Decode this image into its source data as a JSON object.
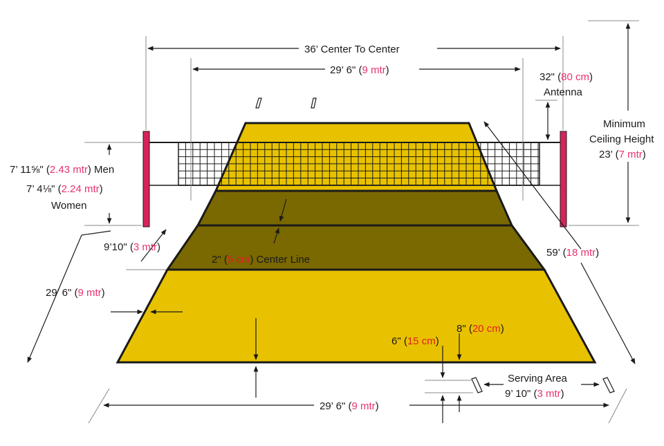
{
  "colors": {
    "court_light": "#e8c200",
    "court_dark": "#7a6800",
    "court_line": "#1a1a1a",
    "post": "#d6245a",
    "metric": "#e8336e",
    "metric_red": "#e02020"
  },
  "labels": {
    "center_to_center": "36’ Center To Center",
    "net_width_imp": "29’ 6\" (",
    "net_width_met": "9 mtr",
    "net_width_close": ")",
    "antenna_imp": "32\" (",
    "antenna_met": "80 cm",
    "antenna_close": ")",
    "antenna_word": "Antenna",
    "ceiling_line1": "Minimum",
    "ceiling_line2": "Ceiling Height",
    "ceiling_imp": "23’ (",
    "ceiling_met": "7 mtr",
    "ceiling_close": ")",
    "men_imp": "7’ 11⅝\" (",
    "men_met": "2.43 mtr",
    "men_close": ") Men",
    "women_imp": "7’ 4⅛\" (",
    "women_met": "2.24 mtr",
    "women_close": ")",
    "women_word": "Women",
    "attack_imp": "9’10\" (",
    "attack_met": "3 mtr",
    "attack_close": ")",
    "centerline_imp": "2\" (",
    "centerline_met": "5 cm",
    "centerline_close": ") Center Line",
    "court_length_imp": "59’ (",
    "court_length_met": "18 mtr",
    "court_length_close": ")",
    "half_length_imp": "29’ 6\" (",
    "half_length_met": "9 mtr",
    "half_length_close": ")",
    "line8_imp": "8\" (",
    "line8_met": "20 cm",
    "line8_close": ")",
    "line6_imp": "6\" (",
    "line6_met": "15 cm",
    "line6_close": ")",
    "serving_line1": "Serving Area",
    "serving_imp": "9’ 10\" (",
    "serving_met": "3 mtr",
    "serving_close": ")",
    "baseline_imp": "29’ 6\" (",
    "baseline_met": "9 mtr",
    "baseline_close": ")"
  }
}
